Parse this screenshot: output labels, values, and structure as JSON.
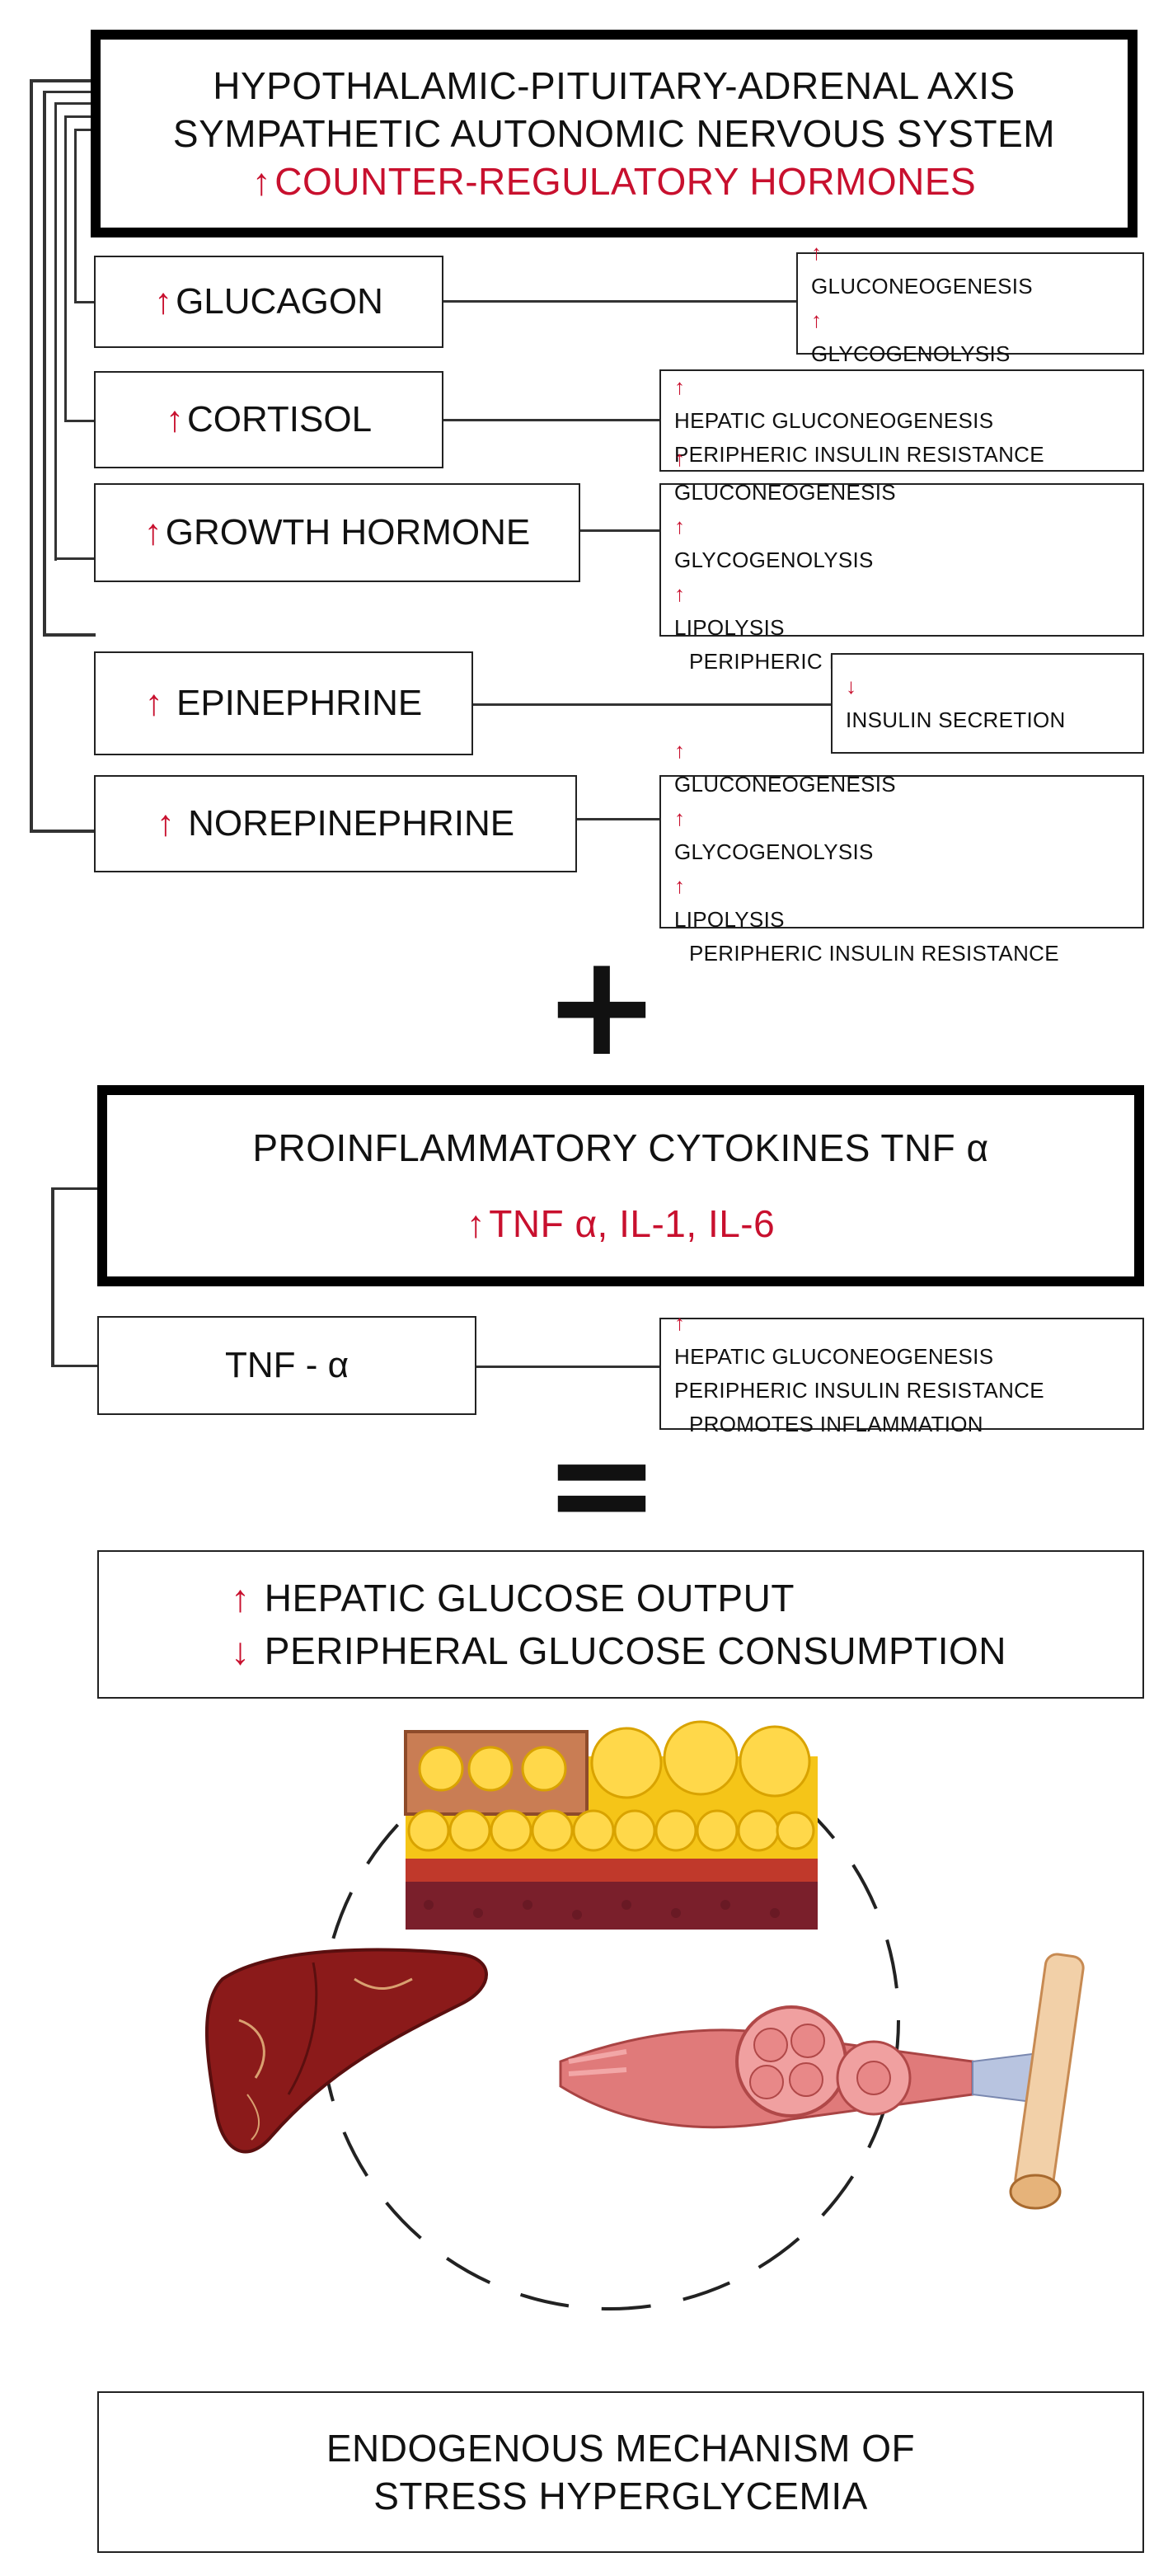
{
  "header": {
    "line1": "HYPOTHALAMIC-PITUITARY-ADRENAL AXIS",
    "line2": "SYMPATHETIC AUTONOMIC NERVOUS SYSTEM",
    "line3": "COUNTER-REGULATORY HORMONES"
  },
  "hormones": [
    {
      "label": "GLUCAGON",
      "effects": [
        "GLUCONEOGENESIS",
        "GLYCOGENOLYSIS"
      ]
    },
    {
      "label": "CORTISOL",
      "effects": [
        "HEPATIC GLUCONEOGENESIS",
        "PERIPHERIC INSULIN RESISTANCE"
      ]
    },
    {
      "label": "GROWTH HORMONE",
      "effects": [
        "GLUCONEOGENESIS",
        "GLYCOGENOLYSIS",
        "LIPOLYSIS",
        "PERIPHERIC INSULIN RESISTANCE"
      ]
    },
    {
      "label": "EPINEPHRINE",
      "effects": [
        "INSULIN SECRETION"
      ]
    },
    {
      "label": "NOREPINEPHRINE",
      "effects": [
        "GLUCONEOGENESIS",
        "GLYCOGENOLYSIS",
        "LIPOLYSIS",
        "PERIPHERIC INSULIN RESISTANCE"
      ]
    }
  ],
  "plus_symbol": "+",
  "cytokines": {
    "title": "PROINFLAMMATORY CYTOKINES TNF α",
    "list": "TNF α, IL-1, IL-6",
    "tnf_label": "TNF - α",
    "tnf_effects": [
      "HEPATIC GLUCONEOGENESIS",
      "PERIPHERIC INSULIN RESISTANCE",
      "PROMOTES INFLAMMATION"
    ]
  },
  "equals_symbol": "=",
  "result": {
    "line1": "HEPATIC GLUCOSE OUTPUT",
    "line2": "PERIPHERAL GLUCOSE CONSUMPTION"
  },
  "footer": {
    "line1": "ENDOGENOUS MECHANISM OF",
    "line2": "STRESS HYPERGLYCEMIA"
  },
  "colors": {
    "accent": "#c8102e",
    "fat": "#f5c518",
    "liver": "#8b1a1a",
    "muscle": "#e07a7a"
  },
  "illustrations": [
    "adipose-tissue-illustration",
    "liver-illustration",
    "muscle-illustration"
  ]
}
